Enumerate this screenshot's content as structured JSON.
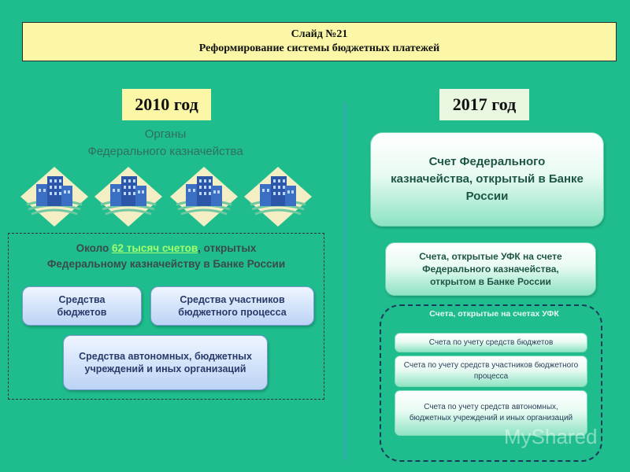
{
  "header": {
    "line1": "Слайд №21",
    "line2": "Реформирование системы бюджетных платежей"
  },
  "left": {
    "year": "2010 год",
    "organs_line1": "Органы",
    "organs_line2": "Федерального казначейства",
    "accounts_pre": "Около ",
    "accounts_hl": "62 тысяч счетов",
    "accounts_post": ", открытых",
    "accounts_line2": "Федеральному казначейству в Банке России",
    "pill_budgets": "Средства бюджетов",
    "pill_participants": "Средства участников бюджетного процесса",
    "pill_autonomous": "Средства автономных, бюджетных учреждений и иных организаций"
  },
  "right": {
    "year": "2017 год",
    "main_account": "Счет Федерального казначейства, открытый в Банке России",
    "ufk_accounts": "Счета, открытые УФК на счете Федерального казначейства, открытом в Банке России",
    "ufk_sub_label": "Счета, открытые на счетах УФК",
    "sub1": "Счета по учету средств бюджетов",
    "sub2": "Счета по учету средств участников бюджетного процесса",
    "sub3": "Счета по учету средств автономных, бюджетных учреждений и иных организаций"
  },
  "watermark": "MyShared",
  "icons": [
    "building-icon",
    "building-icon",
    "building-icon",
    "building-icon"
  ]
}
